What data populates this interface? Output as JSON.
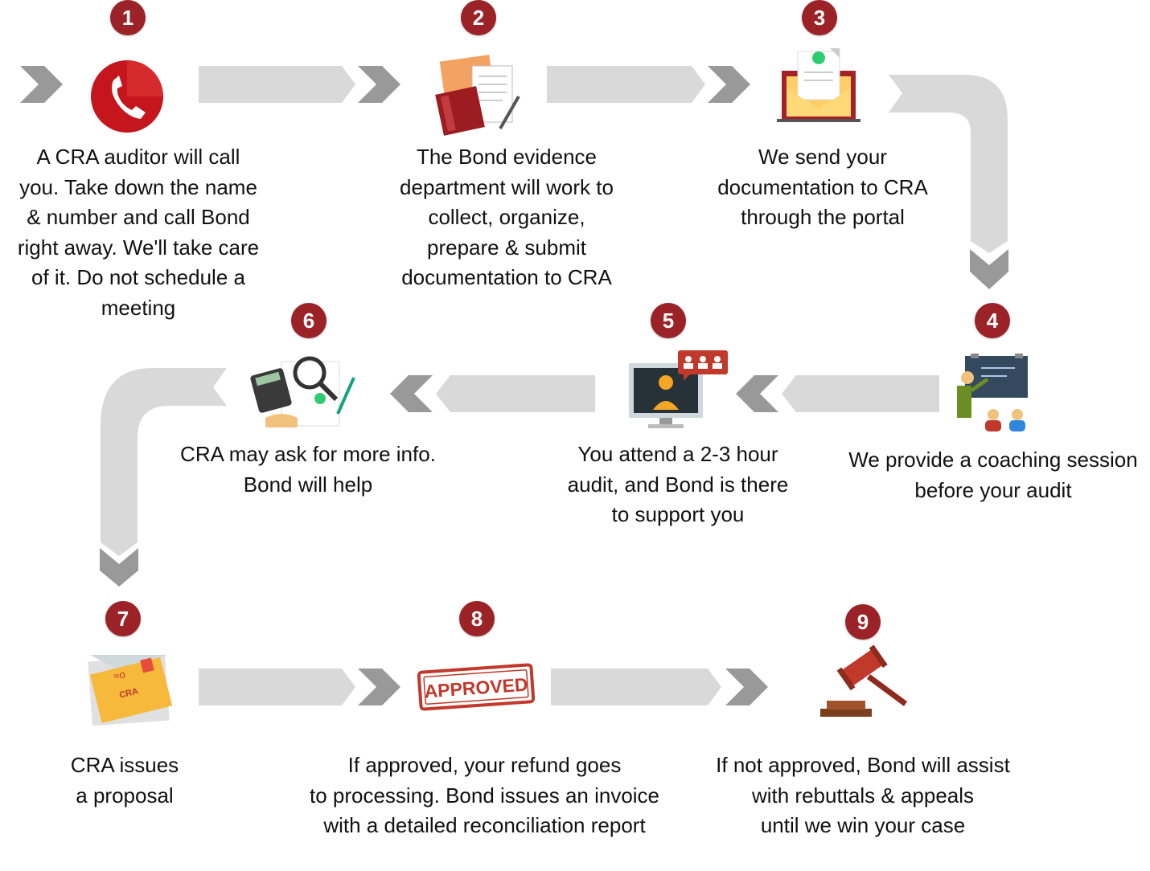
{
  "steps": [
    {
      "number": "1",
      "text": "A CRA auditor will call\nyou. Take down the name\n& number and call Bond\nright away. We'll take care\nof it. Do not schedule a\nmeeting",
      "icon": "phone-icon"
    },
    {
      "number": "2",
      "text": "The Bond evidence\ndepartment will work to\ncollect, organize,\nprepare & submit\ndocumentation to CRA",
      "icon": "documents-icon"
    },
    {
      "number": "3",
      "text": "We send your\ndocumentation to CRA\nthrough the portal",
      "icon": "mail-icon"
    },
    {
      "number": "4",
      "text": "We provide a coaching session\nbefore your audit",
      "icon": "coaching-icon"
    },
    {
      "number": "5",
      "text": "You attend a 2-3 hour\naudit, and Bond is there\nto support you",
      "icon": "video-meeting-icon"
    },
    {
      "number": "6",
      "text": "CRA may ask for more info.\nBond will help",
      "icon": "review-icon"
    },
    {
      "number": "7",
      "text": "CRA issues\na proposal",
      "icon": "envelope-icon"
    },
    {
      "number": "8",
      "text": "If approved, your refund goes\nto processing. Bond issues an invoice\nwith a detailed reconciliation report",
      "icon": "approved-stamp-icon"
    },
    {
      "number": "9",
      "text": "If not approved, Bond will assist\nwith rebuttals & appeals\nuntil we win your case",
      "icon": "gavel-icon"
    }
  ],
  "icons": {
    "envelope_label": "CRA",
    "stamp_label": "APPROVED"
  },
  "colors": {
    "badge": "#9b2226",
    "arrow_light": "#d9d9d9",
    "arrow_dark": "#8c8c8c"
  }
}
